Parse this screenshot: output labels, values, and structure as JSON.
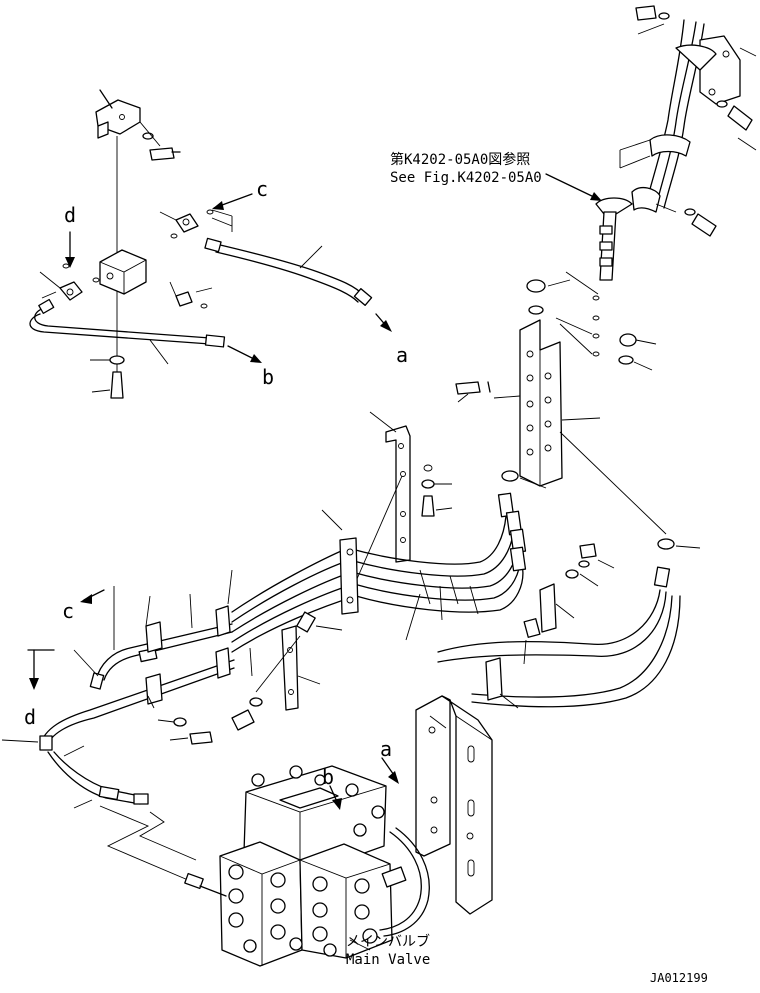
{
  "labels": {
    "ref_jp": "第K4202-05A0図参照",
    "ref_en": "See Fig.K4202-05A0",
    "valve_jp": "メインバルブ",
    "valve_en": "Main Valve",
    "drawing_no": "JA012199",
    "conn_a_top": "a",
    "conn_b_top": "b",
    "conn_c_top": "c",
    "conn_d_top": "d",
    "conn_a_valve": "a",
    "conn_b_valve": "b",
    "conn_c_left": "c",
    "conn_d_left": "d"
  }
}
